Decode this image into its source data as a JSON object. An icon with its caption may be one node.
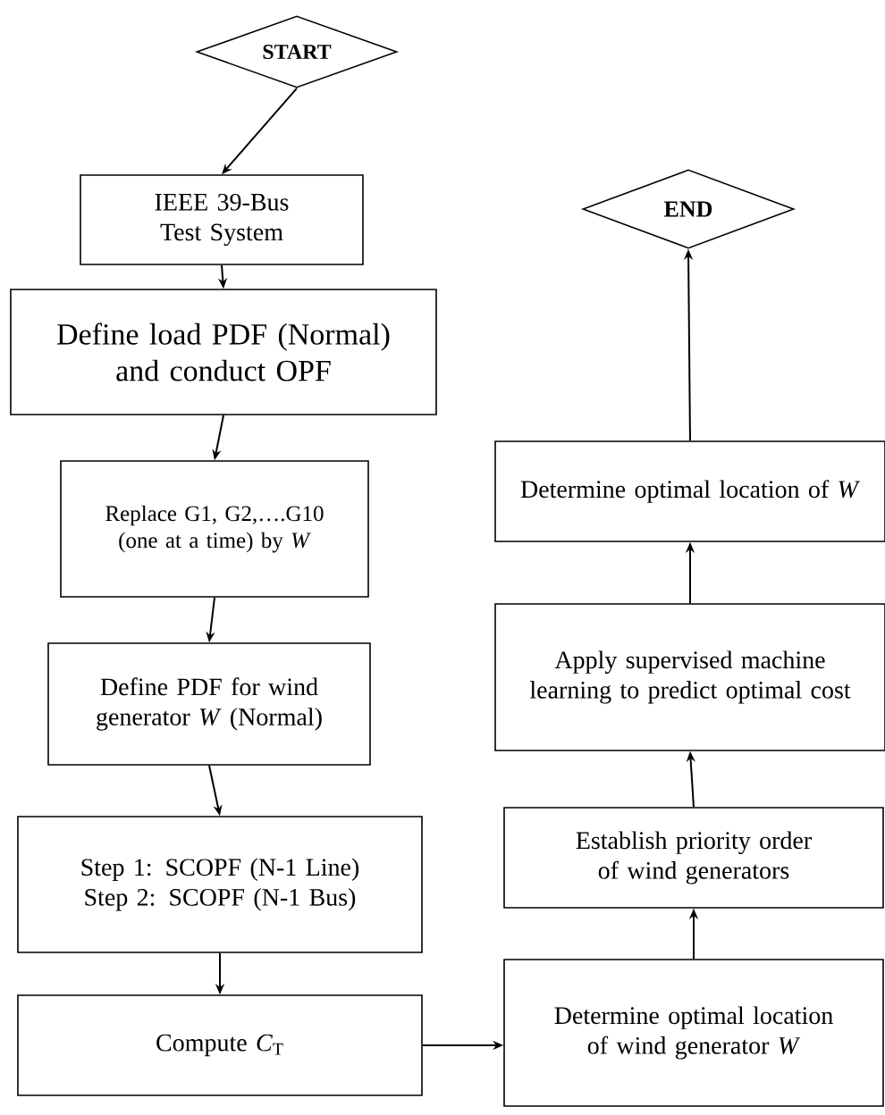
{
  "diagram": {
    "nodes": [
      {
        "text": [
          "**START**"
        ]
      },
      {
        "text": [
          "IEEE 39-Bus Test System"
        ]
      },
      {
        "text": [
          "Define load PDF (Normal) and conduct OPF"
        ]
      },
      {
        "text": [
          "Replace G1, G2,….G10 (one at a time)  by *W*"
        ]
      },
      {
        "text": [
          "Define PDF for wind generator *W* (Normal)"
        ]
      },
      {
        "text": [
          "Step 1: SCOPF (N-1 Line) Step 2: SCOPF (N-1 Bus)"
        ]
      },
      {
        "text": [
          "Compute *C*$_{T}$"
        ]
      },
      {
        "text": [
          "Determine optimal location of wind generator *W*"
        ]
      },
      {
        "text": [
          "Establish priority order of wind generators"
        ]
      },
      {
        "text": [
          "Apply supervised machine learning to predict optimal cost"
        ]
      },
      {
        "text": [
          "Determine optimal location of *W*"
        ]
      },
      {
        "text": [
          "**END**"
        ]
      }
    ],
    "edges": [
      {
        "from": 0,
        "to": 1,
        "arrow": "to"
      },
      {
        "from": 1,
        "to": 2,
        "arrow": "to"
      },
      {
        "from": 2,
        "to": 3,
        "arrow": "to"
      },
      {
        "from": 3,
        "to": 4,
        "arrow": "to"
      },
      {
        "from": 4,
        "to": 5,
        "arrow": "to"
      },
      {
        "from": 5,
        "to": 6,
        "arrow": "to"
      },
      {
        "from": 6,
        "to": 7,
        "arrow": "to"
      },
      {
        "from": 7,
        "to": 8,
        "arrow": "to"
      },
      {
        "from": 8,
        "to": 9,
        "arrow": "to"
      },
      {
        "from": 9,
        "to": 10,
        "arrow": "to"
      },
      {
        "from": 10,
        "to": 11,
        "arrow": "to"
      }
    ]
  }
}
